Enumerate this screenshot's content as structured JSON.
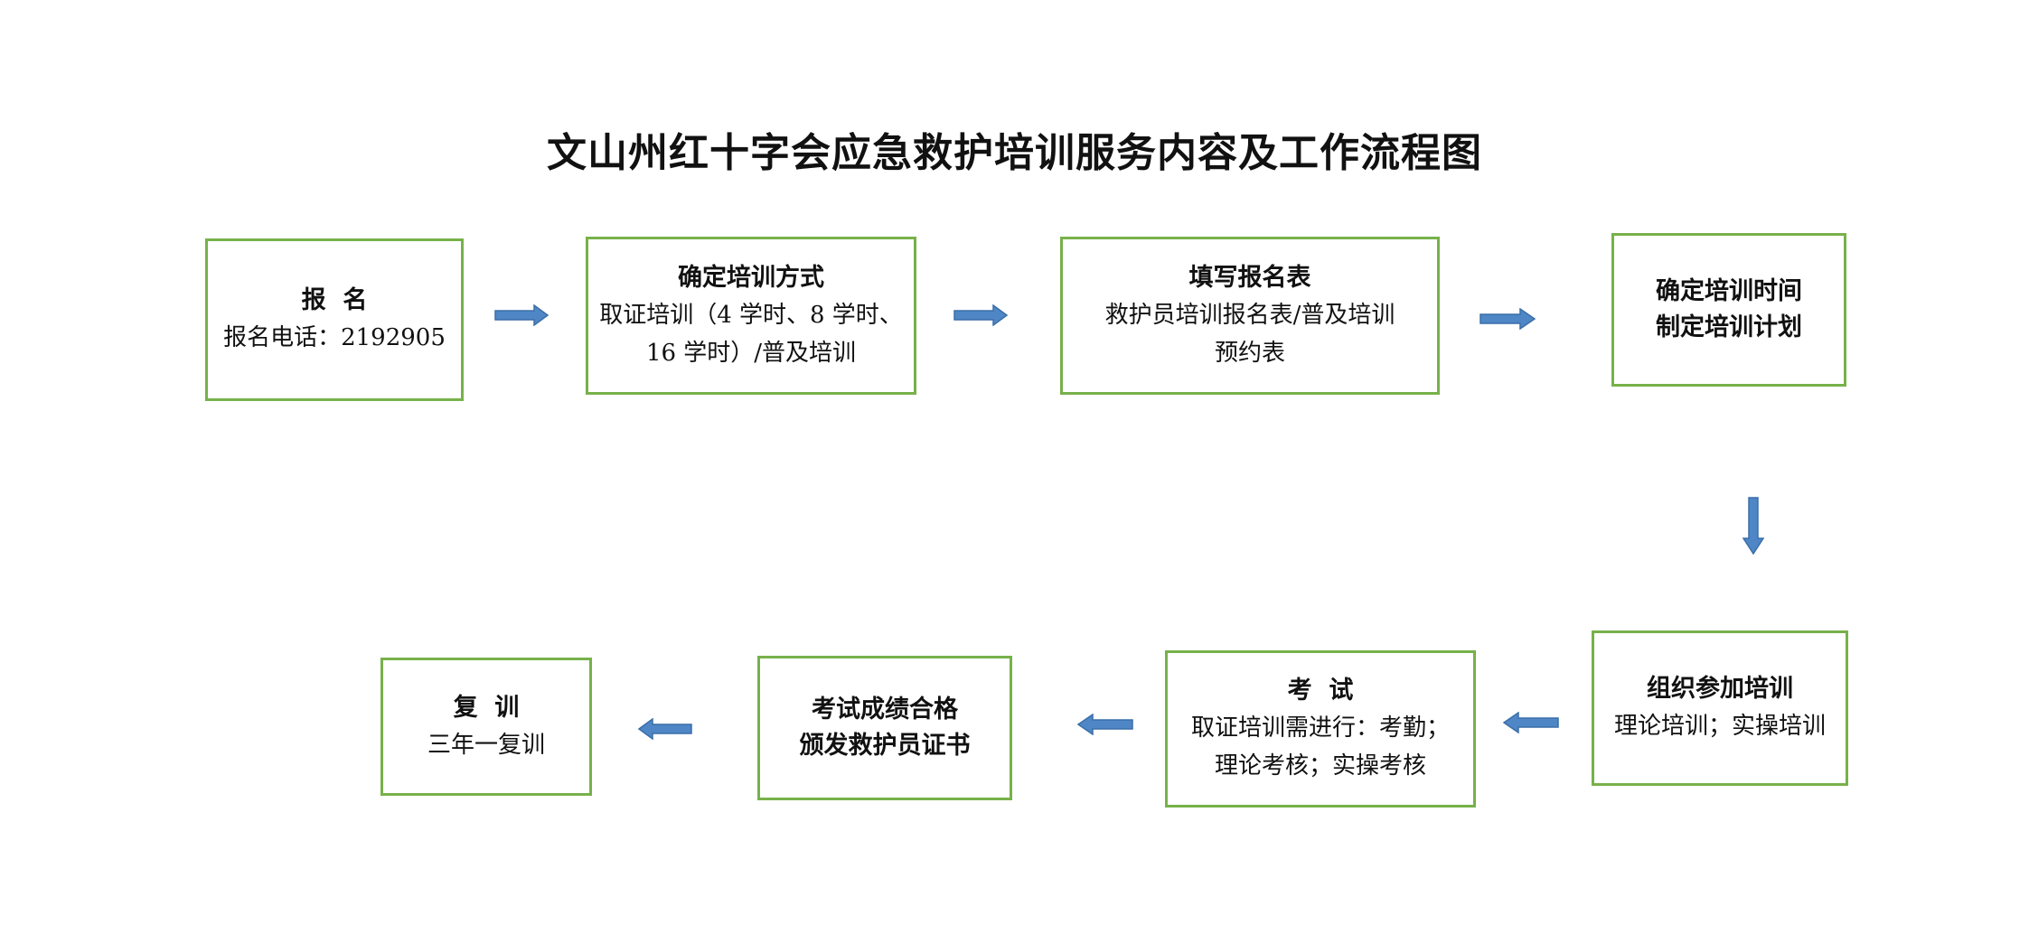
{
  "title": "文山州红十字会应急救护培训服务内容及工作流程图",
  "colors": {
    "box_border": "#77b14a",
    "arrow_fill": "#4f86c6",
    "arrow_stroke": "#3a6fa8"
  },
  "steps": [
    {
      "heading": "报  名",
      "lines": [
        "报名电话：2192905"
      ]
    },
    {
      "heading": "确定培训方式",
      "lines": [
        "取证培训（4 学时、8 学时、",
        "16 学时）/普及培训"
      ]
    },
    {
      "heading": "填写报名表",
      "lines": [
        "救护员培训报名表/普及培训",
        "预约表"
      ]
    },
    {
      "heading": "确定培训时间",
      "lines": [
        "制定培训计划"
      ]
    },
    {
      "heading": "组织参加培训",
      "lines": [
        "理论培训；实操培训"
      ]
    },
    {
      "heading": "考  试",
      "lines": [
        "取证培训需进行：考勤；",
        "理论考核；实操考核"
      ]
    },
    {
      "heading": "考试成绩合格",
      "lines": [
        "颁发救护员证书"
      ]
    },
    {
      "heading": "复  训",
      "lines": [
        "三年一复训"
      ]
    }
  ],
  "arrows": [
    {
      "icon": "arrow-right-icon"
    },
    {
      "icon": "arrow-right-icon"
    },
    {
      "icon": "arrow-right-icon"
    },
    {
      "icon": "arrow-down-icon"
    },
    {
      "icon": "arrow-left-icon"
    },
    {
      "icon": "arrow-left-icon"
    },
    {
      "icon": "arrow-left-icon"
    }
  ]
}
